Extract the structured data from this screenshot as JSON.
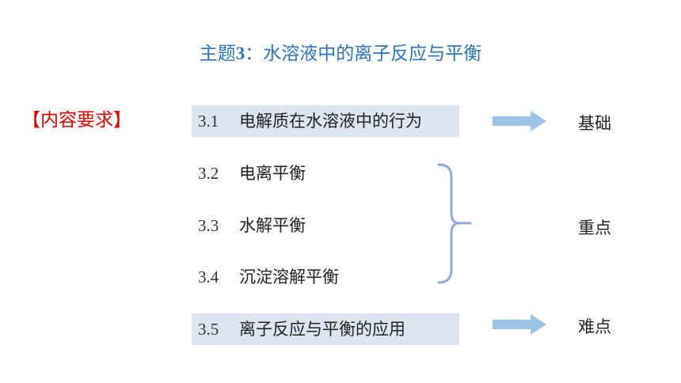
{
  "title": {
    "prefix": "主题",
    "number": "3",
    "suffix": "：水溶液中的离子反应与平衡"
  },
  "requirement_label": "【内容要求】",
  "items": [
    {
      "num": "3.1",
      "text": "电解质在水溶液中的行为"
    },
    {
      "num": "3.2",
      "text": "电离平衡"
    },
    {
      "num": "3.3",
      "text": "水解平衡"
    },
    {
      "num": "3.4",
      "text": "沉淀溶解平衡"
    },
    {
      "num": "3.5",
      "text": "离子反应与平衡的应用"
    }
  ],
  "tags": {
    "basic": "基础",
    "key": "重点",
    "difficult": "难点"
  },
  "colors": {
    "title": "#2e75b6",
    "requirement": "#e60000",
    "highlight": "#dde6f0",
    "arrow": "#9dc3e6",
    "brace": "#8faadc"
  }
}
